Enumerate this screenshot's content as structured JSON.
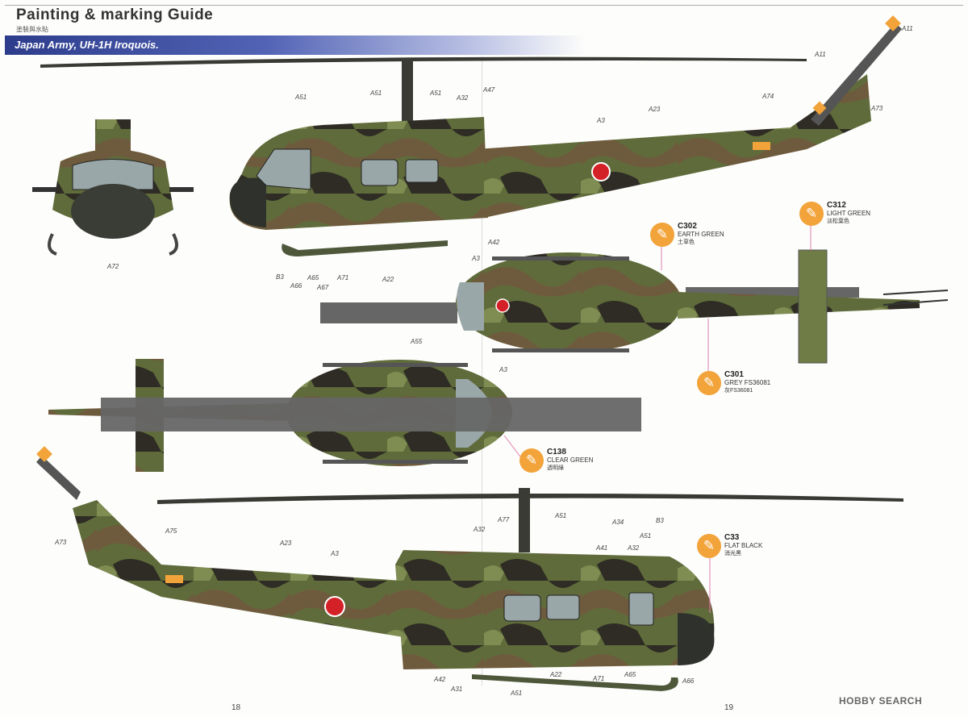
{
  "header": {
    "title": "Painting & marking Guide",
    "subtitle_cn": "塗裝與水貼",
    "banner": "Japan Army, UH-1H Iroquois."
  },
  "colors": {
    "earth_green": "#5f6b3a",
    "brown": "#6e5b3d",
    "dark": "#2e2c24",
    "light_green": "#7f8c52",
    "grey": "#666666",
    "chip": "#f2a33a",
    "hinomaru": "#d42027",
    "banner": "#2d3d8c"
  },
  "paints": [
    {
      "code": "C302",
      "name": "EARTH GREEN",
      "cn": "土草色",
      "icon": "paintbrush-icon"
    },
    {
      "code": "C312",
      "name": "LIGHT GREEN",
      "cn": "淡松葉色",
      "icon": "paintbrush-icon"
    },
    {
      "code": "C301",
      "name": "GREY FS36081",
      "cn": "灰FS36081",
      "icon": "paintbrush-icon"
    },
    {
      "code": "C138",
      "name": "CLEAR GREEN",
      "cn": "透明綠",
      "icon": "paintbrush-icon"
    },
    {
      "code": "C33",
      "name": "FLAT BLACK",
      "cn": "消光黑",
      "icon": "paintbrush-icon"
    }
  ],
  "callouts_top": [
    "A51",
    "A51",
    "A51",
    "A32",
    "A47",
    "A3",
    "A23",
    "A74",
    "A11",
    "A11",
    "A73",
    "A42",
    "A3",
    "B3",
    "A66",
    "A65",
    "A67",
    "A71",
    "A22",
    "A72"
  ],
  "callouts_plan": [
    "A3",
    "A55"
  ],
  "callouts_bottom": [
    "A73",
    "A75",
    "A23",
    "A3",
    "A32",
    "A77",
    "A51",
    "A34",
    "B3",
    "A51",
    "A41",
    "A32",
    "A42",
    "A31",
    "A51",
    "A22",
    "A71",
    "A65",
    "A66"
  ],
  "pages": [
    "18",
    "19"
  ],
  "watermark": "HOBBY SEARCH"
}
